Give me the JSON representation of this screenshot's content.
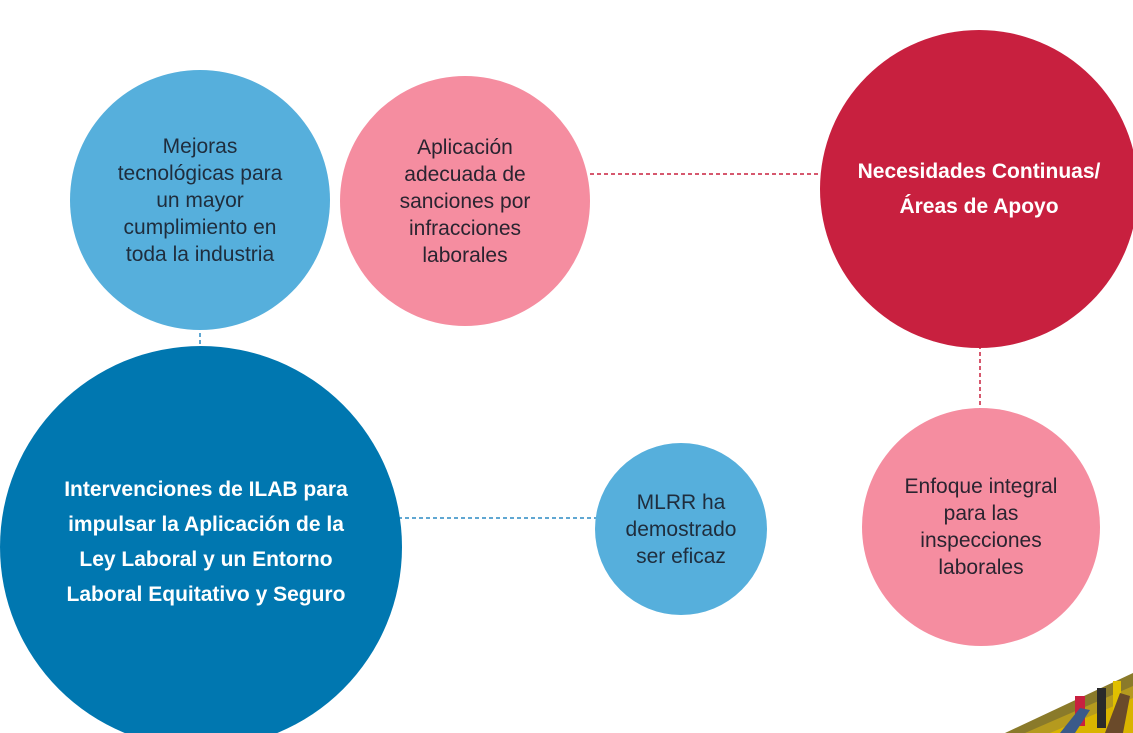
{
  "colors": {
    "light_blue": "#56afdc",
    "pink": "#f58da0",
    "crimson": "#c8203f",
    "dark_blue": "#0077b0",
    "connector_blue": "#2b8ac4",
    "connector_red": "#c8203f"
  },
  "nodes": {
    "mejoras": "Mejoras tecnológicas para un mayor cumplimiento en toda la industria",
    "aplicacion": "Aplicación adecuada de sanciones por infracciones laborales",
    "necesidades": "Necesidades Continuas/Áreas de Apoyo",
    "ilab": "Intervenciones de ILAB para impulsar  la Aplicación de la Ley Laboral y un Entorno Laboral Equitativo y Seguro",
    "mlrr": "MLRR ha demostrado ser eficaz",
    "enfoque": "Enfoque integral para las inspecciones laborales"
  }
}
